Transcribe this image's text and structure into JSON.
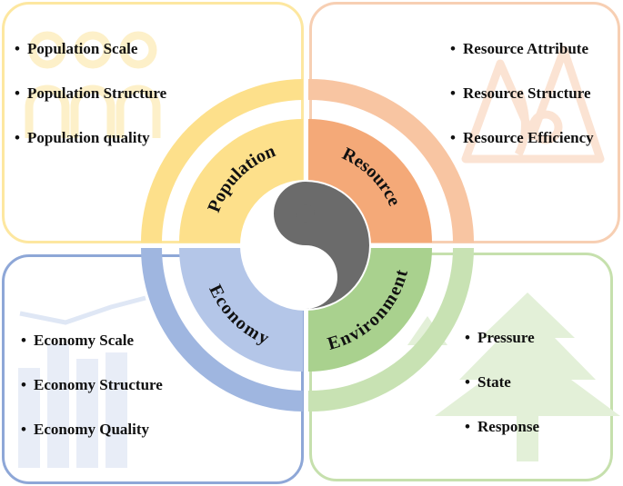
{
  "colors": {
    "population": "#fde08b",
    "resource": "#f4a978",
    "economy": "#b4c6e8",
    "environment": "#a9d18e",
    "yin_yang_dark": "#6b6b6b"
  },
  "population": {
    "label": "Population",
    "items": [
      "Population Scale",
      "Population Structure",
      "Population quality"
    ],
    "icon": "people-icon"
  },
  "resource": {
    "label": "Resource",
    "items": [
      "Resource Attribute",
      "Resource Structure",
      "Resource Efficiency"
    ],
    "icon": "mountain-water-icon"
  },
  "economy": {
    "label": "Economy",
    "items": [
      "Economy Scale",
      "Economy Structure",
      "Economy Quality"
    ],
    "icon": "bar-chart-icon"
  },
  "environment": {
    "label": "Environment",
    "items": [
      "Pressure",
      "State",
      "Response"
    ],
    "icon": "tree-icon"
  },
  "center_icon": "yin-yang-icon",
  "bullet_char": "•"
}
